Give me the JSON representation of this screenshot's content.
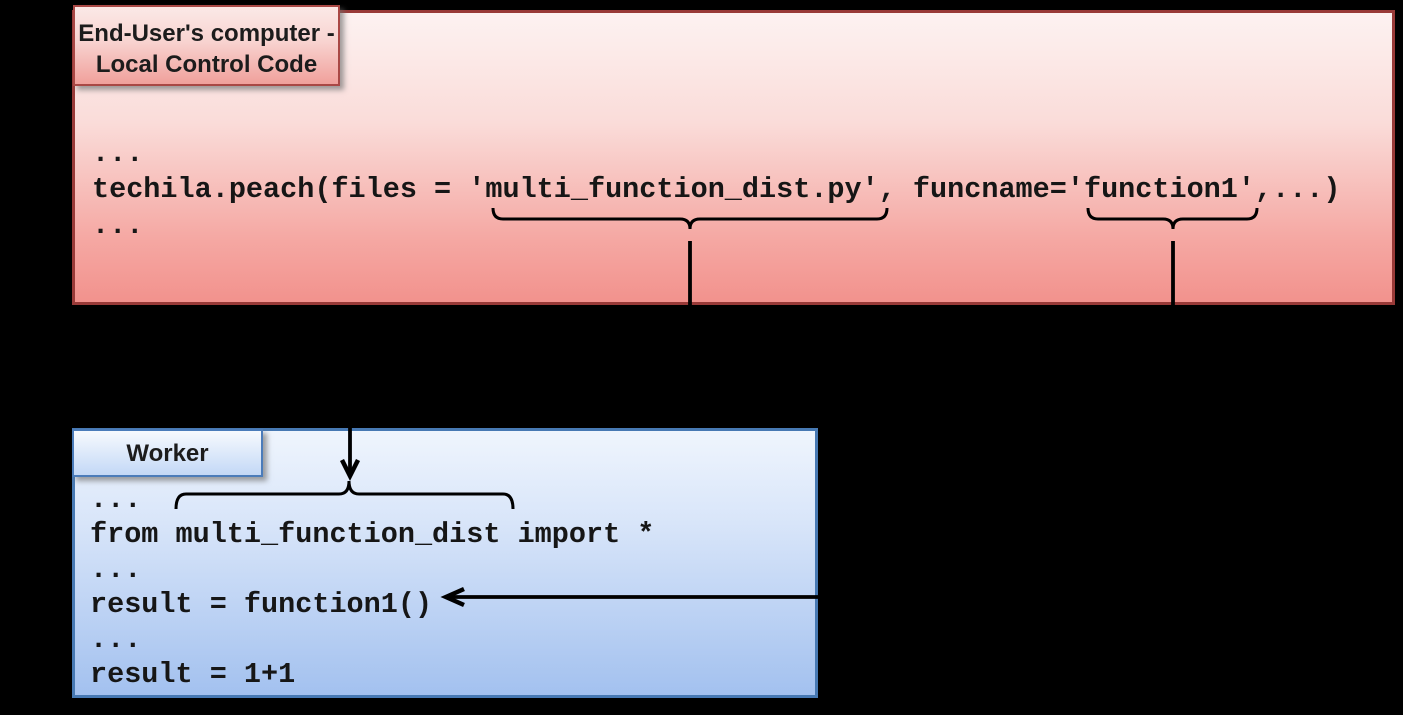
{
  "colors": {
    "page_bg": "#000000",
    "local_box_fill_top": "#fdf2f1",
    "local_box_fill_bottom": "#f2928d",
    "local_box_border": "#993a38",
    "local_tab_fill_top": "#fbe9e7",
    "local_tab_fill_bottom": "#f0a09b",
    "local_tab_border": "#a94845",
    "worker_box_fill_top": "#eff5fd",
    "worker_box_fill_bottom": "#a3c1ef",
    "worker_box_border": "#4779b3",
    "worker_tab_fill_top": "#f7fafe",
    "worker_tab_fill_bottom": "#c3d8f6",
    "worker_tab_border": "#4b7cba",
    "annotation": "#000000",
    "code_text": "#161616",
    "title_text": "#1c1c1c"
  },
  "local_box": {
    "title_line1": "End-User's computer -",
    "title_line2": "Local Control Code",
    "code_lines": [
      "...",
      "techila.peach(files = 'multi_function_dist.py', funcname='function1',...)",
      "..."
    ]
  },
  "worker_box": {
    "title": "Worker",
    "code_lines": [
      "...",
      "from multi_function_dist import *",
      "...",
      "result = function1()",
      "...",
      "result = 1+1"
    ]
  }
}
